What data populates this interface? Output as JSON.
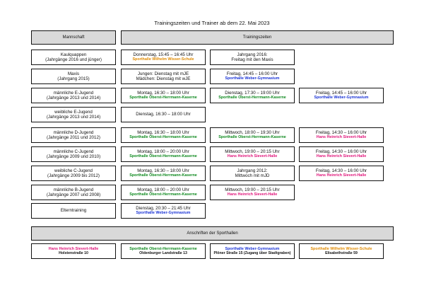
{
  "title": "Trainingszeiten und Trainer ab dem 22. Mai 2023",
  "headers": {
    "team": "Mannschaft",
    "times": "Trainingszeiten"
  },
  "rows": [
    {
      "team_line1": "Kaulquappen",
      "team_line2": "(Jahrgänge 2016 und jünger)",
      "slots": [
        {
          "time": "Donnerstag, 15:45 – 16:45 Uhr",
          "venue": "Sporthalle Wilhelm Wisser-Schule",
          "venue_key": "wisser"
        },
        {
          "time": "Jahrgang 2016:",
          "time2": "Freitag mit den Maxis"
        }
      ]
    },
    {
      "team_line1": "Maxis",
      "team_line2": "(Jahrgang 2015)",
      "slots": [
        {
          "time": "Jungen: Dienstag mit mJE",
          "time2": "Mädchen: Dienstag mit wJE"
        },
        {
          "time": "Freitag, 14:45 – 16:00 Uhr",
          "venue": "Sporthalle Weber-Gymnasium",
          "venue_key": "weber"
        }
      ]
    },
    {
      "team_line1": "männliche E-Jugend",
      "team_line2": "(Jahrgänge 2013 und 2014)",
      "slots": [
        {
          "time": "Montag, 16:30 – 18:00 Uhr",
          "venue": "Sporthalle Oberst-Herrmann-Kaserne",
          "venue_key": "kaserne"
        },
        {
          "time": "Dienstag, 17:30 – 19:00 Uhr",
          "venue": "Sporthalle Oberst-Herrmann-Kaserne",
          "venue_key": "kaserne"
        },
        {
          "time": "Freitag, 14:45 – 16:00 Uhr",
          "venue": "Sporthalle Weber-Gymnasium",
          "venue_key": "weber"
        }
      ]
    },
    {
      "team_line1": "weibliche E-Jugend",
      "team_line2": "(Jahrgänge 2013 und 2014)",
      "slots": [
        {
          "time": "Dienstag, 16:30 – 18:00 Uhr"
        }
      ]
    },
    {
      "team_line1": "männliche D-Jugend",
      "team_line2": "(Jahrgänge 2011 und 2012)",
      "slots": [
        {
          "time": "Montag, 16:30 – 18:00 Uhr",
          "venue": "Sporthalle Oberst-Herrmann-Kaserne",
          "venue_key": "kaserne"
        },
        {
          "time": "Mittwoch, 18:00 – 19:30 Uhr",
          "venue": "Sporthalle Oberst-Herrmann-Kaserne",
          "venue_key": "kaserne"
        },
        {
          "time": "Freitag, 14:30 – 16:00 Uhr",
          "venue": "Hans Heinrich Sievert-Halle",
          "venue_key": "sievert"
        }
      ]
    },
    {
      "team_line1": "männliche C-Jugend",
      "team_line2": "(Jahrgänge 2009 und 2010)",
      "slots": [
        {
          "time": "Montag, 18:00 – 20:00 Uhr",
          "venue": "Sporthalle Oberst-Herrmann-Kaserne",
          "venue_key": "kaserne"
        },
        {
          "time": "Mittwoch, 19:00 – 20:15 Uhr",
          "venue": "Hans Heinrich Sievert-Halle",
          "venue_key": "sievert"
        },
        {
          "time": "Freitag, 14:30 – 16:00 Uhr",
          "venue": "Hans Heinrich Sievert-Halle",
          "venue_key": "sievert"
        }
      ]
    },
    {
      "team_line1": "weibliche C-Jugend",
      "team_line2": "(Jahrgänge 2009 bis 2012)",
      "slots": [
        {
          "time": "Montag, 16:30 – 18:00 Uhr",
          "venue": "Sporthalle Oberst-Herrmann-Kaserne",
          "venue_key": "kaserne"
        },
        {
          "time": "Jahrgang 2012:",
          "time2": "Mittwoch mit mJD"
        },
        {
          "time": "Freitag, 14:30 – 16:00 Uhr",
          "venue": "Hans Heinrich Sievert-Halle",
          "venue_key": "sievert"
        }
      ]
    },
    {
      "team_line1": "männliche B-Jugend",
      "team_line2": "(Jahrgänge 2007 und 2008)",
      "slots": [
        {
          "time": "Montag, 18:00 – 20:00 Uhr",
          "venue": "Sporthalle Oberst-Herrmann-Kaserne",
          "venue_key": "kaserne"
        },
        {
          "time": "Mittwoch, 19:00 – 20:15 Uhr",
          "venue": "Hans Heinrich Sievert-Halle",
          "venue_key": "sievert"
        }
      ]
    },
    {
      "team_line1": "Elterntraining",
      "slots": [
        {
          "time": "Dienstag, 20:30 – 21:45 Uhr",
          "venue": "Sporthalle Weber-Gymnasium",
          "venue_key": "weber"
        }
      ]
    }
  ],
  "addresses": {
    "header": "Anschriften der Sporthallen",
    "halls": [
      {
        "name": "Hans Heinrich Sievert-Halle",
        "address": "Holstenstraße 10",
        "venue_key": "sievert"
      },
      {
        "name": "Sporthalle Oberst-Herrmann-Kaserne",
        "address": "Oldenburger Landstraße 13",
        "venue_key": "kaserne"
      },
      {
        "name": "Sporthalle Weber-Gymnasium",
        "address": "Plöner Straße 15 (Zugang über Stadtgraben)",
        "venue_key": "weber"
      },
      {
        "name": "Sporthalle Wilhelm Wisser-Schule",
        "address": "Elisabethstraße 59",
        "venue_key": "wisser"
      }
    ]
  },
  "colors": {
    "wisser": "#e08a00",
    "kaserne": "#0f8a1f",
    "weber": "#1a33d6",
    "sievert": "#e0147a",
    "header_bg": "#d9d9d9"
  }
}
